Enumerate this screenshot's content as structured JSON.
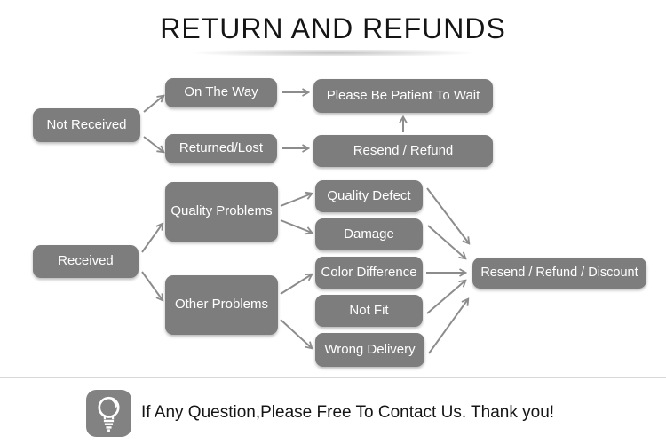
{
  "title": "RETURN AND REFUNDS",
  "diagram": {
    "nodes": {
      "not_received": {
        "label": "Not Received"
      },
      "on_the_way": {
        "label": "On The Way"
      },
      "please_wait": {
        "label": "Please Be Patient To Wait"
      },
      "returned_lost": {
        "label": "Returned/Lost"
      },
      "resend_refund": {
        "label": "Resend / Refund"
      },
      "received": {
        "label": "Received"
      },
      "quality_problems": {
        "label": "Quality Problems"
      },
      "other_problems": {
        "label": "Other Problems"
      },
      "quality_defect": {
        "label": "Quality Defect"
      },
      "damage": {
        "label": "Damage"
      },
      "color_difference": {
        "label": "Color Difference"
      },
      "not_fit": {
        "label": "Not Fit"
      },
      "wrong_delivery": {
        "label": "Wrong Delivery"
      },
      "resend_refund_discount": {
        "label": "Resend / Refund / Discount"
      }
    },
    "edges": [
      {
        "from": "not_received",
        "to": "on_the_way"
      },
      {
        "from": "not_received",
        "to": "returned_lost"
      },
      {
        "from": "on_the_way",
        "to": "please_wait"
      },
      {
        "from": "returned_lost",
        "to": "resend_refund"
      },
      {
        "from": "resend_refund",
        "to": "please_wait"
      },
      {
        "from": "received",
        "to": "quality_problems"
      },
      {
        "from": "received",
        "to": "other_problems"
      },
      {
        "from": "quality_problems",
        "to": "quality_defect"
      },
      {
        "from": "quality_problems",
        "to": "damage"
      },
      {
        "from": "other_problems",
        "to": "color_difference"
      },
      {
        "from": "other_problems",
        "to": "wrong_delivery"
      },
      {
        "from": "quality_defect",
        "to": "resend_refund_discount"
      },
      {
        "from": "damage",
        "to": "resend_refund_discount"
      },
      {
        "from": "color_difference",
        "to": "resend_refund_discount"
      },
      {
        "from": "not_fit",
        "to": "resend_refund_discount"
      },
      {
        "from": "wrong_delivery",
        "to": "resend_refund_discount"
      }
    ]
  },
  "footer": {
    "icon": "lightbulb-icon",
    "message": "If Any Question,Please Free To Contact Us. Thank you!"
  },
  "colors": {
    "box_fill": "#7d7d7d",
    "box_text": "#ffffff",
    "arrow": "#8c8c8c",
    "title_text": "#151515",
    "divider": "#d8d8d8",
    "icon_fill": "#828282",
    "icon_glyph": "#ffffff"
  }
}
